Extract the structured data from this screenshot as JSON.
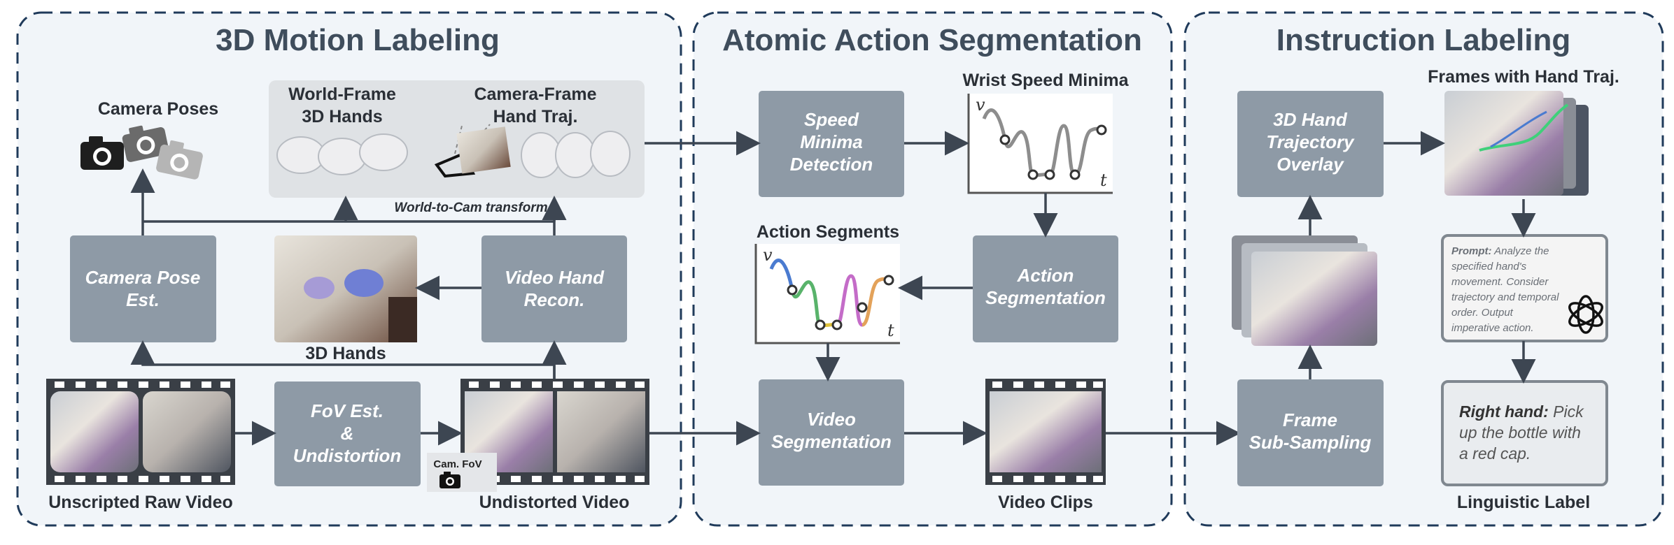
{
  "panels": {
    "motion": {
      "title": "3D Motion Labeling"
    },
    "segmentation": {
      "title": "Atomic Action Segmentation"
    },
    "instruction": {
      "title": "Instruction Labeling"
    }
  },
  "motion": {
    "camera_poses_label": "Camera Poses",
    "world_frame_label_1": "World-Frame",
    "world_frame_label_2": "3D Hands",
    "camera_frame_label_1": "Camera-Frame",
    "camera_frame_label_2": "Hand Traj.",
    "world_to_cam": "World-to-Cam transform",
    "camera_pose_est": [
      "Camera Pose",
      "Est."
    ],
    "video_hand_recon": [
      "Video Hand",
      "Recon."
    ],
    "hands_3d_label": "3D Hands",
    "fov_est": [
      "FoV Est.",
      "&",
      "Undistortion"
    ],
    "cam_fov": "Cam. FoV",
    "raw_video_label": "Unscripted Raw Video",
    "undistorted_label": "Undistorted Video"
  },
  "segmentation": {
    "speed_minima": [
      "Speed",
      "Minima",
      "Detection"
    ],
    "wrist_speed_label": "Wrist Speed Minima",
    "action_segments_label": "Action Segments",
    "action_seg_box": [
      "Action",
      "Segmentation"
    ],
    "video_seg_box": [
      "Video",
      "Segmentation"
    ],
    "video_clips_label": "Video Clips",
    "axis_v": "v",
    "axis_t": "t"
  },
  "instruction": {
    "overlay_box": [
      "3D Hand",
      "Trajectory",
      "Overlay"
    ],
    "frames_label": "Frames with Hand Traj.",
    "prompt_bold": "Prompt:",
    "prompt_lines": [
      " Analyze the",
      "specified hand's",
      "movement. Consider",
      "trajectory and temporal",
      "order. Output",
      "imperative action."
    ],
    "subsample_box": [
      "Frame",
      "Sub-Sampling"
    ],
    "ling_bold": "Right hand:",
    "ling_lines": [
      " Pick",
      "up the bottle with",
      "a red cap."
    ],
    "ling_label": "Linguistic Label"
  },
  "colors": {
    "box": "#8e9aa6",
    "panel_bg": "#f1f5f9",
    "panel_border": "#1f3a5a",
    "arrow": "#3d4652",
    "seg_colors": [
      "#4a7bd0",
      "#59b36b",
      "#e0c23a",
      "#c46cc8",
      "#e3a25a"
    ]
  }
}
